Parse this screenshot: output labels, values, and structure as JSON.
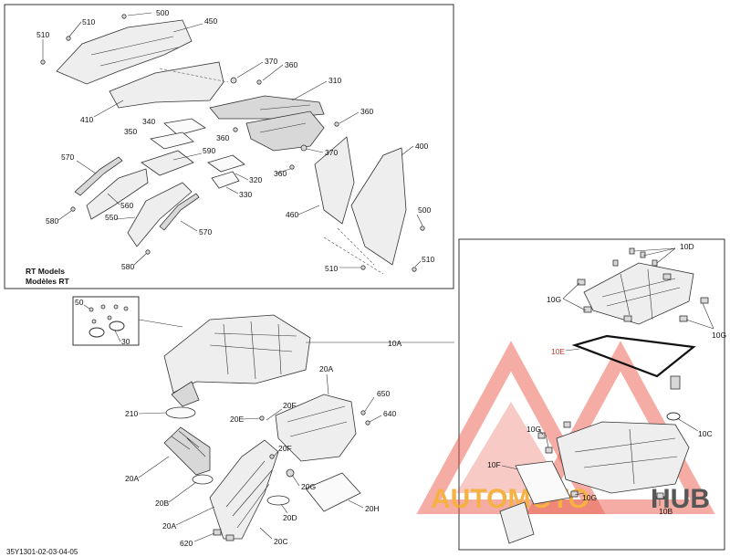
{
  "figure_code": "35Y1301-02-03-04-05",
  "rt_note": {
    "line1": "RT Models",
    "line2": "Modèles RT"
  },
  "watermark": {
    "text_auto": "AUTOMOTO",
    "text_hub": "HUB",
    "color_orange": "#f4a523",
    "color_red": "#e74c3c",
    "color_dark": "#3a3a3a"
  },
  "labels": {
    "p500a": "500",
    "p510a": "510",
    "p510b": "510",
    "p450": "450",
    "p410": "410",
    "p370a": "370",
    "p360a": "360",
    "p310": "310",
    "p360b": "360",
    "p340": "340",
    "p350": "350",
    "p360c": "360",
    "p590": "590",
    "p370b": "370",
    "p400": "400",
    "p360d": "360",
    "p320": "320",
    "p330": "330",
    "p570a": "570",
    "p560": "560",
    "p550": "550",
    "p570b": "570",
    "p580a": "580",
    "p580b": "580",
    "p460": "460",
    "p500b": "500",
    "p510c": "510",
    "p510d": "510",
    "p50": "50",
    "p30": "30",
    "p10A": "10A",
    "p20A_top": "20A",
    "p650": "650",
    "p640": "640",
    "p210": "210",
    "p20E": "20E",
    "p20F_a": "20F",
    "p20F_b": "20F",
    "p20G": "20G",
    "p20H": "20H",
    "p20A_left": "20A",
    "p20B": "20B",
    "p20A_low": "20A",
    "p20D": "20D",
    "p620": "620",
    "p20C": "20C",
    "p10D": "10D",
    "p10G_a": "10G",
    "p10G_b": "10G",
    "p10E": "10E",
    "p10C": "10C",
    "p10G_c": "10G",
    "p10F": "10F",
    "p10G_d": "10G",
    "p10B": "10B"
  }
}
